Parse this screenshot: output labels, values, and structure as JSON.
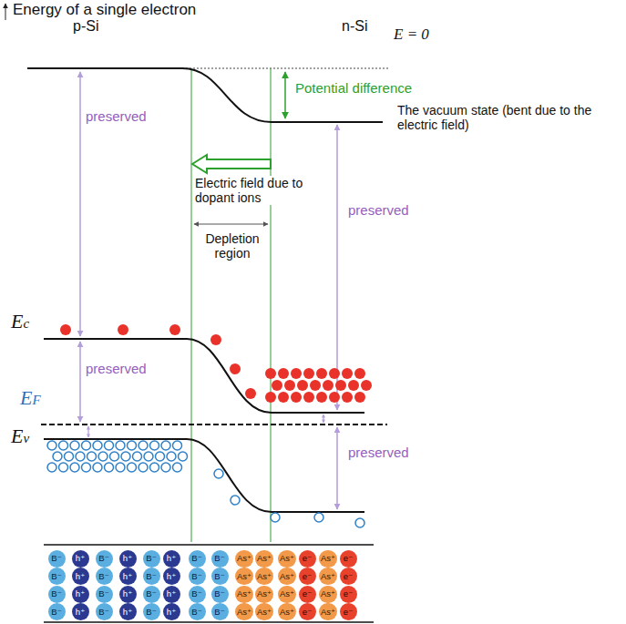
{
  "diagram": {
    "nodes": [
      {
        "text": [
          "B⁻"
        ]
      },
      {
        "text": [
          "h⁺"
        ]
      },
      {
        "text": [
          "B⁻"
        ]
      },
      {
        "text": [
          "h⁺"
        ]
      },
      {
        "text": [
          "B⁻"
        ]
      },
      {
        "text": [
          "h⁺"
        ]
      },
      {
        "text": [
          "B⁻"
        ]
      },
      {
        "text": [
          "B⁻"
        ]
      },
      {
        "text": [
          "As⁺"
        ]
      },
      {
        "text": [
          "As⁺"
        ]
      },
      {
        "text": [
          "As⁺"
        ]
      },
      {
        "text": [
          "e⁻"
        ]
      },
      {
        "text": [
          "As⁺"
        ]
      },
      {
        "text": [
          "e⁻"
        ]
      },
      {
        "text": [
          "B⁻"
        ]
      },
      {
        "text": [
          "h⁺"
        ]
      },
      {
        "text": [
          "B⁻"
        ]
      },
      {
        "text": [
          "h⁺"
        ]
      },
      {
        "text": [
          "B⁻"
        ]
      },
      {
        "text": [
          "h⁺"
        ]
      },
      {
        "text": [
          "B⁻"
        ]
      },
      {
        "text": [
          "B⁻"
        ]
      },
      {
        "text": [
          "As⁺"
        ]
      },
      {
        "text": [
          "As⁺"
        ]
      },
      {
        "text": [
          "As⁺"
        ]
      },
      {
        "text": [
          "e⁻"
        ]
      },
      {
        "text": [
          "As⁺"
        ]
      },
      {
        "text": [
          "e⁻"
        ]
      },
      {
        "text": [
          "B⁻"
        ]
      },
      {
        "text": [
          "h⁺"
        ]
      },
      {
        "text": [
          "B⁻"
        ]
      },
      {
        "text": [
          "h⁺"
        ]
      },
      {
        "text": [
          "B⁻"
        ]
      },
      {
        "text": [
          "h⁺"
        ]
      },
      {
        "text": [
          "B⁻"
        ]
      },
      {
        "text": [
          "B⁻"
        ]
      },
      {
        "text": [
          "As⁺"
        ]
      },
      {
        "text": [
          "As⁺"
        ]
      },
      {
        "text": [
          "As⁺"
        ]
      },
      {
        "text": [
          "e⁻"
        ]
      },
      {
        "text": [
          "As⁺"
        ]
      },
      {
        "text": [
          "e⁻"
        ]
      },
      {
        "text": [
          "B⁻"
        ]
      },
      {
        "text": [
          "h⁺"
        ]
      },
      {
        "text": [
          "B⁻"
        ]
      },
      {
        "text": [
          "h⁺"
        ]
      },
      {
        "text": [
          "B⁻"
        ]
      },
      {
        "text": [
          "h⁺"
        ]
      },
      {
        "text": [
          "B⁻"
        ]
      },
      {
        "text": [
          "B⁻"
        ]
      },
      {
        "text": [
          "As⁺"
        ]
      },
      {
        "text": [
          "As⁺"
        ]
      },
      {
        "text": [
          "As⁺"
        ]
      },
      {
        "text": [
          "e⁻"
        ]
      },
      {
        "text": [
          "As⁺"
        ]
      },
      {
        "text": [
          "e⁻"
        ]
      }
    ],
    "labels": [
      "Energy of a single electron",
      "p-Si",
      "n-Si",
      "E = 0",
      "preserved",
      "Potential difference",
      "The vacuum state (bent due to the electric field)",
      "Electric field due to dopant ions",
      "preserved",
      "Depletion region",
      "Ec",
      "preserved",
      "EF",
      "Ev",
      "preserved"
    ]
  }
}
